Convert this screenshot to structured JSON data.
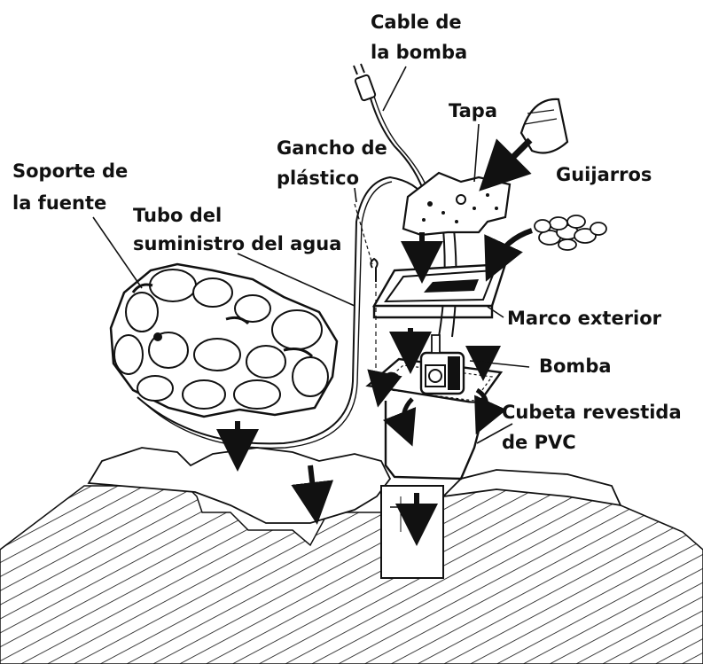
{
  "labels": {
    "pump_cable": [
      "Cable de",
      "la bomba"
    ],
    "lid": "Tapa",
    "plastic_hook": [
      "Gancho de",
      "plástico"
    ],
    "fountain_support": [
      "Soporte de",
      "la fuente"
    ],
    "water_tube": [
      "Tubo del",
      "suministro del agua"
    ],
    "pebbles": "Guijarros",
    "outer_frame": "Marco exterior",
    "pump": "Bomba",
    "basin": [
      "Cubeta revestida",
      "de PVC"
    ]
  },
  "colors": {
    "ink": "#111111",
    "background": "#ffffff"
  }
}
